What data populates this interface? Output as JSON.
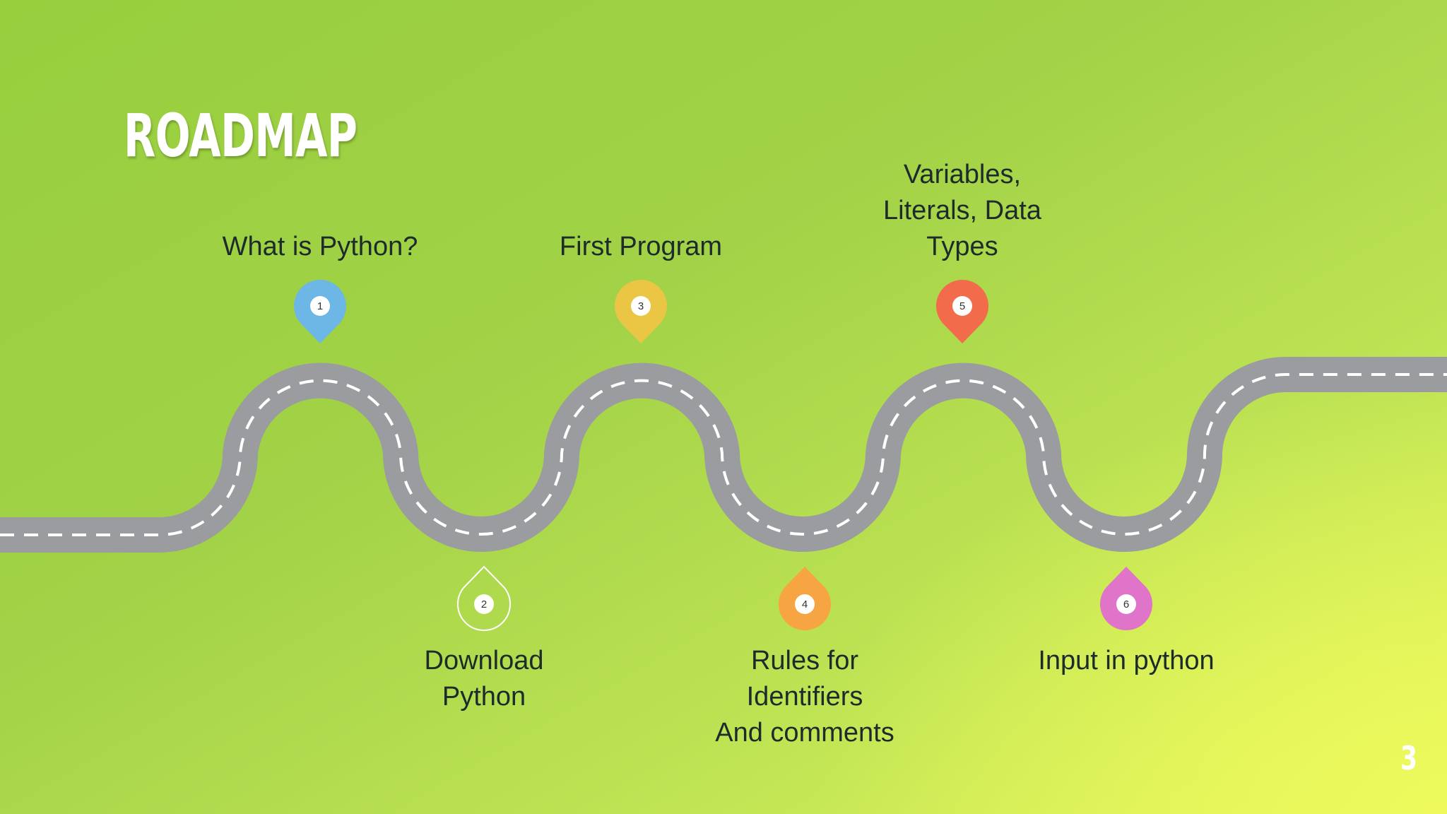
{
  "slide": {
    "title": "ROADMAP",
    "page_number": "3"
  },
  "colors": {
    "road": "#9a9ca0",
    "road_dash": "#ffffff",
    "label_text": "#1e2b2b"
  },
  "milestones": [
    {
      "number": "1",
      "label": "What is Python?",
      "color": "#6cb7e6",
      "position": "top",
      "filled": true
    },
    {
      "number": "2",
      "label": "Download\nPython",
      "color": "#ffffff",
      "position": "bottom",
      "filled": false
    },
    {
      "number": "3",
      "label": "First Program",
      "color": "#ebc645",
      "position": "top",
      "filled": true
    },
    {
      "number": "4",
      "label": "Rules for\nIdentifiers\nAnd comments",
      "color": "#f6a542",
      "position": "bottom",
      "filled": true
    },
    {
      "number": "5",
      "label": "Variables,\nLiterals, Data\nTypes",
      "color": "#f26b4a",
      "position": "top",
      "filled": true
    },
    {
      "number": "6",
      "label": "Input in python",
      "color": "#df74c9",
      "position": "bottom",
      "filled": true
    }
  ]
}
